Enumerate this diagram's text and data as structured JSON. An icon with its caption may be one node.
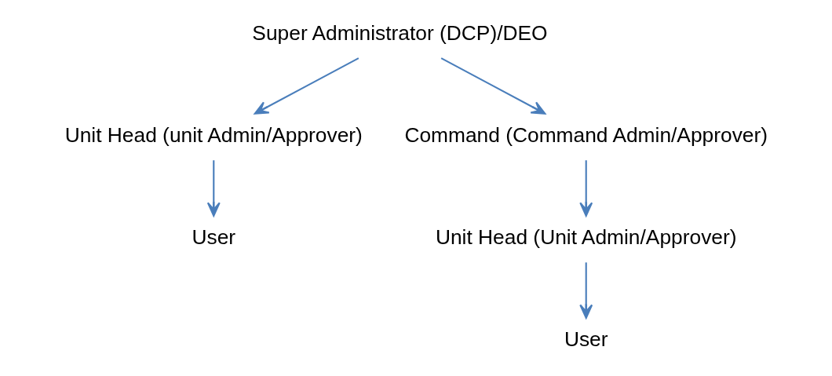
{
  "diagram": {
    "nodes": [
      {
        "text": [
          "Super Administrator (DCP)/DEO"
        ]
      },
      {
        "text": [
          "Unit Head (unit Admin/Approver)"
        ]
      },
      {
        "text": [
          "Command (Command Admin/Approver)"
        ]
      },
      {
        "text": [
          "User"
        ]
      },
      {
        "text": [
          "Unit Head (Unit Admin/Approver)"
        ]
      },
      {
        "text": [
          "User"
        ]
      }
    ],
    "edges": [
      {
        "from": 0,
        "to": 1,
        "arrow": "to"
      },
      {
        "from": 0,
        "to": 2,
        "arrow": "to"
      },
      {
        "from": 1,
        "to": 3,
        "arrow": "to"
      },
      {
        "from": 2,
        "to": 4,
        "arrow": "to"
      },
      {
        "from": 4,
        "to": 5,
        "arrow": "to"
      }
    ]
  }
}
